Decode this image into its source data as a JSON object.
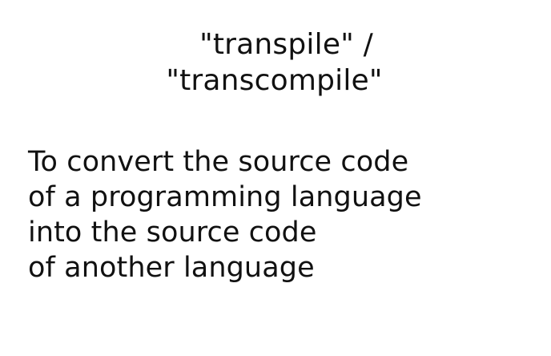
{
  "title": {
    "line1": "\"transpile\" /",
    "line2": "\"transcompile\""
  },
  "definition": {
    "lines": [
      "To convert the source code",
      "of a programming language",
      "into the source code",
      "of another language"
    ]
  }
}
